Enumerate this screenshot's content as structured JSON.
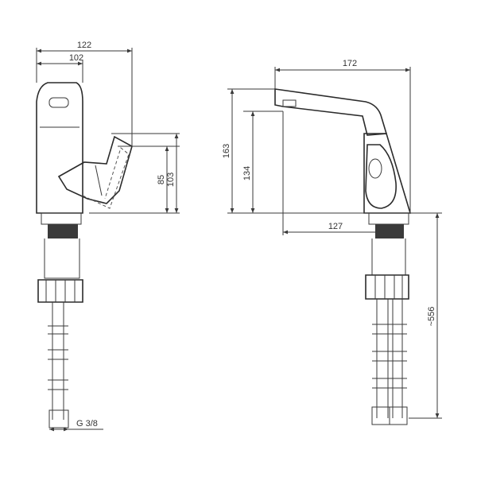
{
  "dimensions": {
    "front_width_total": "122",
    "front_width_body": "102",
    "front_height_lever": "85",
    "front_height_total": "103",
    "side_length_total": "172",
    "side_height_total": "163",
    "side_height_spout": "134",
    "side_reach": "127",
    "hose_length": "~556",
    "thread": "G 3/8"
  },
  "colors": {
    "line": "#3a3a3a",
    "background": "#ffffff"
  }
}
